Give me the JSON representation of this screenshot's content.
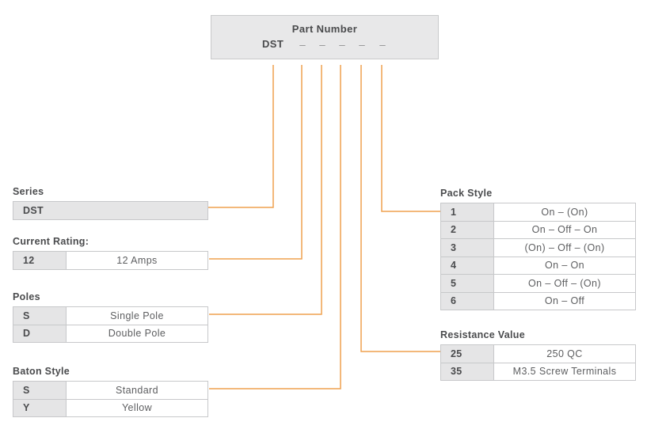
{
  "part_number_box": {
    "title": "Part Number",
    "prefix": "DST",
    "blanks": [
      "_",
      "_",
      "_",
      "_",
      "_"
    ]
  },
  "colors": {
    "accent_line": "#EFA14F",
    "box_fill": "#E8E8E9",
    "key_cell_fill": "#E5E5E6",
    "border": "#C7C8CA",
    "label_text": "#4A4B4D",
    "value_text": "#5D5E60"
  },
  "tables": {
    "series": {
      "label": "Series",
      "rows": [
        {
          "code": "DST",
          "value": ""
        }
      ]
    },
    "current_rating": {
      "label": "Current Rating:",
      "rows": [
        {
          "code": "12",
          "value": "12 Amps"
        }
      ]
    },
    "poles": {
      "label": "Poles",
      "rows": [
        {
          "code": "S",
          "value": "Single Pole"
        },
        {
          "code": "D",
          "value": "Double Pole"
        }
      ]
    },
    "baton_style": {
      "label": "Baton Style",
      "rows": [
        {
          "code": "S",
          "value": "Standard"
        },
        {
          "code": "Y",
          "value": "Yellow"
        }
      ]
    },
    "pack_style": {
      "label": "Pack Style",
      "rows": [
        {
          "code": "1",
          "value": "On – (On)"
        },
        {
          "code": "2",
          "value": "On – Off – On"
        },
        {
          "code": "3",
          "value": "(On) – Off – (On)"
        },
        {
          "code": "4",
          "value": "On – On"
        },
        {
          "code": "5",
          "value": "On – Off – (On)"
        },
        {
          "code": "6",
          "value": "On – Off"
        }
      ]
    },
    "resistance_value": {
      "label": "Resistance Value",
      "rows": [
        {
          "code": "25",
          "value": "250 QC"
        },
        {
          "code": "35",
          "value": "M3.5 Screw Terminals"
        }
      ]
    }
  }
}
